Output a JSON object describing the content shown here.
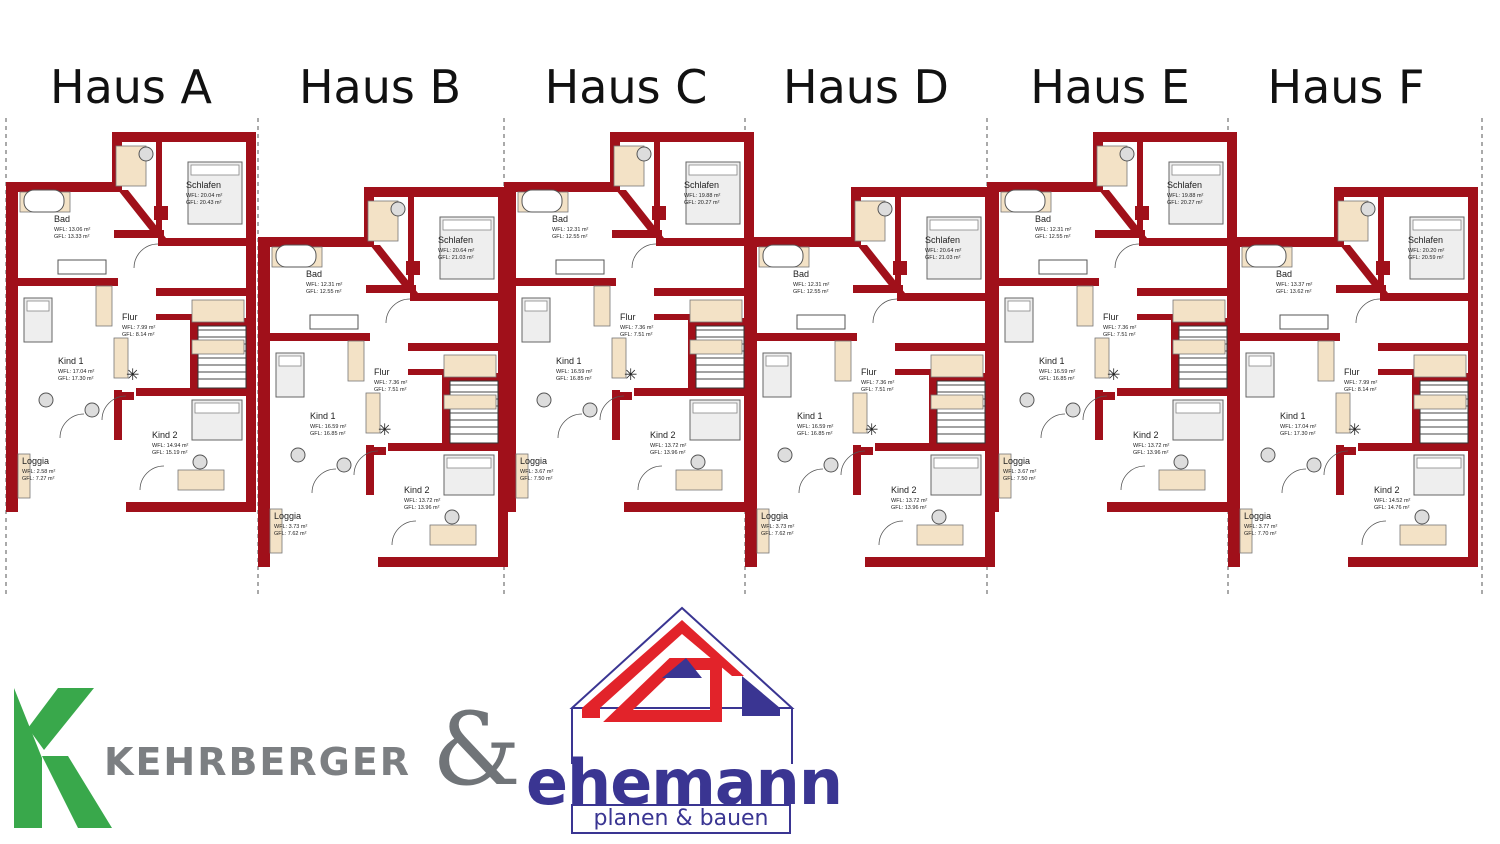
{
  "houses": [
    {
      "title": "Haus A",
      "offset": 0,
      "rooms": [
        {
          "name": "Bad",
          "wfl": "WFL: 13.06 m²",
          "gfl": "GFL: 13.33 m²"
        },
        {
          "name": "Schlafen",
          "wfl": "WFL: 20.04 m²",
          "gfl": "GFL: 20.43 m²"
        },
        {
          "name": "Flur",
          "wfl": "WFL: 7.99 m²",
          "gfl": "GFL: 8.14 m²"
        },
        {
          "name": "Kind 1",
          "wfl": "WFL: 17.04 m²",
          "gfl": "GFL: 17.30 m²"
        },
        {
          "name": "Kind 2",
          "wfl": "WFL: 14.94 m²",
          "gfl": "GFL: 15.19 m²"
        },
        {
          "name": "Loggia",
          "wfl": "WFL: 2.58 m²",
          "gfl": "GFL: 7.27 m²"
        }
      ]
    },
    {
      "title": "Haus B",
      "offset": 55,
      "rooms": [
        {
          "name": "Bad",
          "wfl": "WFL: 12.31 m²",
          "gfl": "GFL: 12.55 m²"
        },
        {
          "name": "Schlafen",
          "wfl": "WFL: 20.64 m²",
          "gfl": "GFL: 21.03 m²"
        },
        {
          "name": "Flur",
          "wfl": "WFL: 7.36 m²",
          "gfl": "GFL: 7.51 m²"
        },
        {
          "name": "Kind 1",
          "wfl": "WFL: 16.59 m²",
          "gfl": "GFL: 16.85 m²"
        },
        {
          "name": "Kind 2",
          "wfl": "WFL: 13.72 m²",
          "gfl": "GFL: 13.96 m²"
        },
        {
          "name": "Loggia",
          "wfl": "WFL: 3.73 m²",
          "gfl": "GFL: 7.62 m²"
        }
      ]
    },
    {
      "title": "Haus C",
      "offset": 0,
      "rooms": [
        {
          "name": "Bad",
          "wfl": "WFL: 12.31 m²",
          "gfl": "GFL: 12.55 m²"
        },
        {
          "name": "Schlafen",
          "wfl": "WFL: 19.88 m²",
          "gfl": "GFL: 20.27 m²"
        },
        {
          "name": "Flur",
          "wfl": "WFL: 7.36 m²",
          "gfl": "GFL: 7.51 m²"
        },
        {
          "name": "Kind 1",
          "wfl": "WFL: 16.59 m²",
          "gfl": "GFL: 16.85 m²"
        },
        {
          "name": "Kind 2",
          "wfl": "WFL: 13.72 m²",
          "gfl": "GFL: 13.96 m²"
        },
        {
          "name": "Loggia",
          "wfl": "WFL: 3.67 m²",
          "gfl": "GFL: 7.50 m²"
        }
      ]
    },
    {
      "title": "Haus D",
      "offset": 55,
      "rooms": [
        {
          "name": "Bad",
          "wfl": "WFL: 12.31 m²",
          "gfl": "GFL: 12.55 m²"
        },
        {
          "name": "Schlafen",
          "wfl": "WFL: 20.64 m²",
          "gfl": "GFL: 21.03 m²"
        },
        {
          "name": "Flur",
          "wfl": "WFL: 7.36 m²",
          "gfl": "GFL: 7.51 m²"
        },
        {
          "name": "Kind 1",
          "wfl": "WFL: 16.59 m²",
          "gfl": "GFL: 16.85 m²"
        },
        {
          "name": "Kind 2",
          "wfl": "WFL: 13.72 m²",
          "gfl": "GFL: 13.96 m²"
        },
        {
          "name": "Loggia",
          "wfl": "WFL: 3.73 m²",
          "gfl": "GFL: 7.62 m²"
        }
      ]
    },
    {
      "title": "Haus E",
      "offset": 0,
      "rooms": [
        {
          "name": "Bad",
          "wfl": "WFL: 12.31 m²",
          "gfl": "GFL: 12.55 m²"
        },
        {
          "name": "Schlafen",
          "wfl": "WFL: 19.88 m²",
          "gfl": "GFL: 20.27 m²"
        },
        {
          "name": "Flur",
          "wfl": "WFL: 7.36 m²",
          "gfl": "GFL: 7.51 m²"
        },
        {
          "name": "Kind 1",
          "wfl": "WFL: 16.59 m²",
          "gfl": "GFL: 16.85 m²"
        },
        {
          "name": "Kind 2",
          "wfl": "WFL: 13.72 m²",
          "gfl": "GFL: 13.96 m²"
        },
        {
          "name": "Loggia",
          "wfl": "WFL: 3.67 m²",
          "gfl": "GFL: 7.50 m²"
        }
      ]
    },
    {
      "title": "Haus F",
      "offset": 55,
      "rooms": [
        {
          "name": "Bad",
          "wfl": "WFL: 13.37 m²",
          "gfl": "GFL: 13.62 m²"
        },
        {
          "name": "Schlafen",
          "wfl": "WFL: 20.20 m²",
          "gfl": "GFL: 20.59 m²"
        },
        {
          "name": "Flur",
          "wfl": "WFL: 7.99 m²",
          "gfl": "GFL: 8.14 m²"
        },
        {
          "name": "Kind 1",
          "wfl": "WFL: 17.04 m²",
          "gfl": "GFL: 17.30 m²"
        },
        {
          "name": "Kind 2",
          "wfl": "WFL: 14.52 m²",
          "gfl": "GFL: 14.76 m²"
        },
        {
          "name": "Loggia",
          "wfl": "WFL: 3.77 m²",
          "gfl": "GFL: 7.70 m²"
        }
      ]
    }
  ],
  "logos": {
    "kehrberger": "KEHRBERGER",
    "ampersand": "&",
    "ehemann": "ehemann",
    "ehemann_sub": "planen & bauen"
  },
  "colors": {
    "wall": "#a0101a",
    "furniture": "#f3e2c6",
    "kehrberger_green": "#39a84b",
    "ehemann_red": "#e2232a",
    "ehemann_blue": "#3a3592"
  }
}
